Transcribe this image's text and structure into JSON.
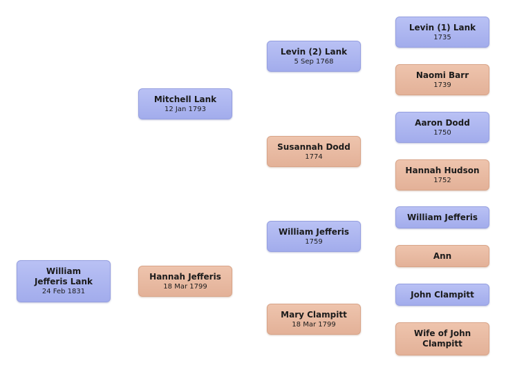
{
  "people": {
    "root": {
      "name": "William Jefferis Lank",
      "date": "24 Feb 1831",
      "sex": "male"
    },
    "father": {
      "name": "Mitchell  Lank",
      "date": "12 Jan 1793",
      "sex": "male"
    },
    "mother": {
      "name": "Hannah  Jefferis",
      "date": "18 Mar 1799",
      "sex": "female"
    },
    "pat_grandfather": {
      "name": "Levin (2)  Lank",
      "date": "5 Sep 1768",
      "sex": "male"
    },
    "pat_grandmother": {
      "name": "Susannah  Dodd",
      "date": "1774",
      "sex": "female"
    },
    "mat_grandfather": {
      "name": "William  Jefferis",
      "date": "1759",
      "sex": "male"
    },
    "mat_grandmother": {
      "name": "Mary  Clampitt",
      "date": "18 Mar 1799",
      "sex": "female"
    },
    "ggf_1": {
      "name": "Levin (1)  Lank",
      "date": "1735",
      "sex": "male"
    },
    "ggm_1": {
      "name": "Naomi Barr",
      "date": "1739",
      "sex": "female"
    },
    "ggf_2": {
      "name": "Aaron Dodd",
      "date": "1750",
      "sex": "male"
    },
    "ggm_2": {
      "name": "Hannah Hudson",
      "date": "1752",
      "sex": "female"
    },
    "ggf_3": {
      "name": "William  Jefferis",
      "date": "",
      "sex": "male"
    },
    "ggm_3": {
      "name": "Ann",
      "date": "",
      "sex": "female"
    },
    "ggf_4": {
      "name": "John  Clampitt",
      "date": "",
      "sex": "male"
    },
    "ggm_4": {
      "name": "Wife of John Clampitt",
      "date": "",
      "sex": "female"
    }
  },
  "colors": {
    "male": "#a9b2ef",
    "female": "#e8b9a0"
  }
}
